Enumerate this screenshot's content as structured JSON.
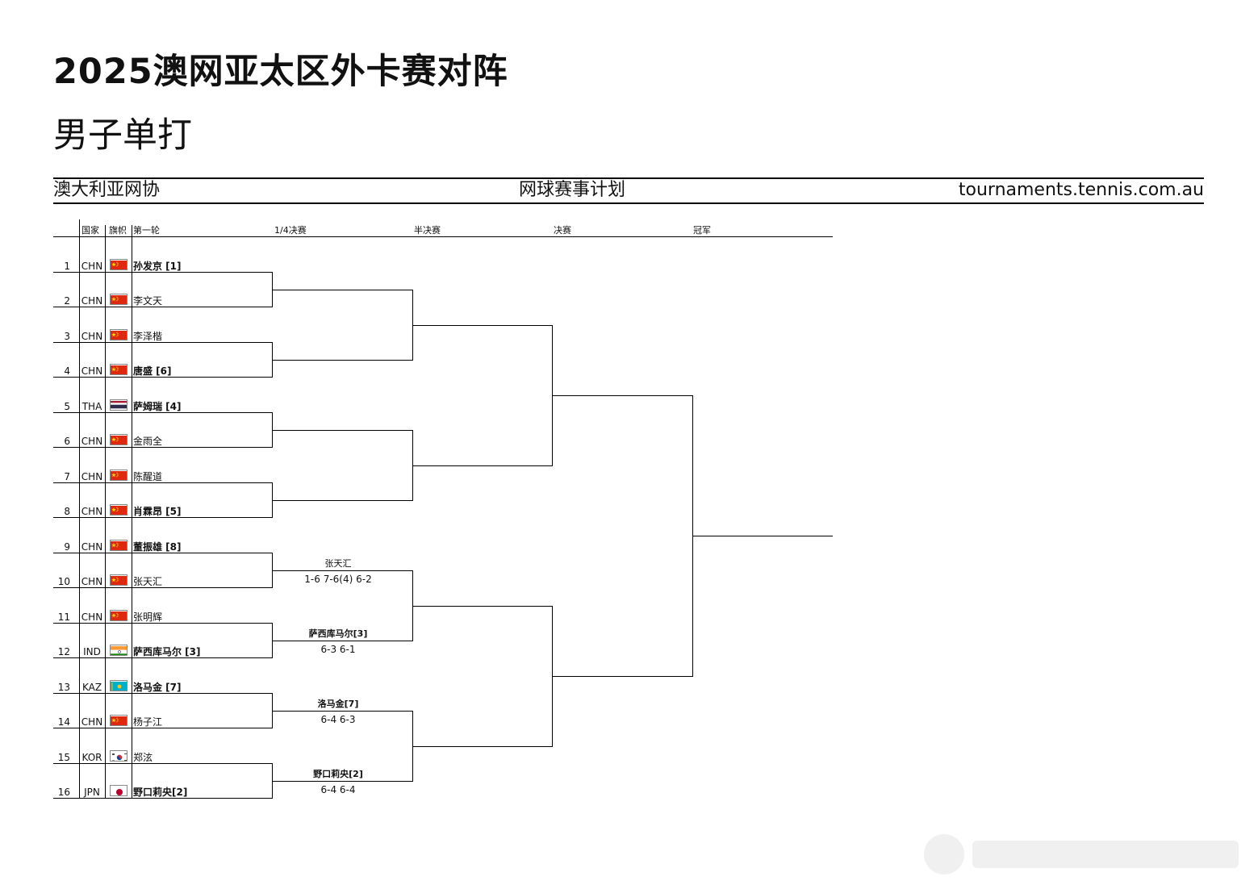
{
  "title": "2025澳网亚太区外卡赛对阵",
  "subtitle": "男子单打",
  "header_bar": {
    "left": "澳大利亚网协",
    "center": "网球赛事计划",
    "right": "tournaments.tennis.com.au"
  },
  "columns": {
    "nation": "国家",
    "flag": "旗帜",
    "round1": "第一轮",
    "qf": "1/4决赛",
    "sf": "半决赛",
    "final": "决赛",
    "champion": "冠军"
  },
  "players": [
    {
      "num": "1",
      "nation": "CHN",
      "flag": "china-flag",
      "name": "孙发京 [1]",
      "bold": true
    },
    {
      "num": "2",
      "nation": "CHN",
      "flag": "china-flag",
      "name": "李文天",
      "bold": false
    },
    {
      "num": "3",
      "nation": "CHN",
      "flag": "china-flag",
      "name": "李泽楷",
      "bold": false
    },
    {
      "num": "4",
      "nation": "CHN",
      "flag": "china-flag",
      "name": "唐盛 [6]",
      "bold": true
    },
    {
      "num": "5",
      "nation": "THA",
      "flag": "thailand-flag",
      "name": "萨姆瑞 [4]",
      "bold": true
    },
    {
      "num": "6",
      "nation": "CHN",
      "flag": "china-flag",
      "name": "金雨全",
      "bold": false
    },
    {
      "num": "7",
      "nation": "CHN",
      "flag": "china-flag",
      "name": "陈醒道",
      "bold": false
    },
    {
      "num": "8",
      "nation": "CHN",
      "flag": "china-flag",
      "name": "肖霖昂 [5]",
      "bold": true
    },
    {
      "num": "9",
      "nation": "CHN",
      "flag": "china-flag",
      "name": "董振雄 [8]",
      "bold": true
    },
    {
      "num": "10",
      "nation": "CHN",
      "flag": "china-flag",
      "name": "张天汇",
      "bold": false
    },
    {
      "num": "11",
      "nation": "CHN",
      "flag": "china-flag",
      "name": "张明辉",
      "bold": false
    },
    {
      "num": "12",
      "nation": "IND",
      "flag": "india-flag",
      "name": "萨西库马尔 [3]",
      "bold": true
    },
    {
      "num": "13",
      "nation": "KAZ",
      "flag": "kazakhstan-flag",
      "name": "洛马金 [7]",
      "bold": true
    },
    {
      "num": "14",
      "nation": "CHN",
      "flag": "china-flag",
      "name": "杨子江",
      "bold": false
    },
    {
      "num": "15",
      "nation": "KOR",
      "flag": "korea-flag",
      "name": "郑泫",
      "bold": false
    },
    {
      "num": "16",
      "nation": "JPN",
      "flag": "japan-flag",
      "name": "野口莉央[2]",
      "bold": true
    }
  ],
  "qf_results": [
    {
      "winner": "张天汇",
      "score": "1-6 7-6(4) 6-2",
      "bold": false
    },
    {
      "winner": "萨西库马尔[3]",
      "score": "6-3 6-1",
      "bold": true
    },
    {
      "winner": "洛马金[7]",
      "score": "6-4 6-3",
      "bold": true
    },
    {
      "winner": "野口莉央[2]",
      "score": "6-4 6-4",
      "bold": true
    }
  ],
  "flag_colors": {
    "china": "#de2910",
    "china_star": "#ffde00",
    "thailand_red": "#a51931",
    "thailand_blue": "#2d2a4a",
    "india_saffron": "#ff9933",
    "india_green": "#138808",
    "kazakhstan": "#00afca",
    "japan_red": "#bc002d",
    "korea_red": "#cd2e3a",
    "korea_blue": "#0047a0"
  }
}
